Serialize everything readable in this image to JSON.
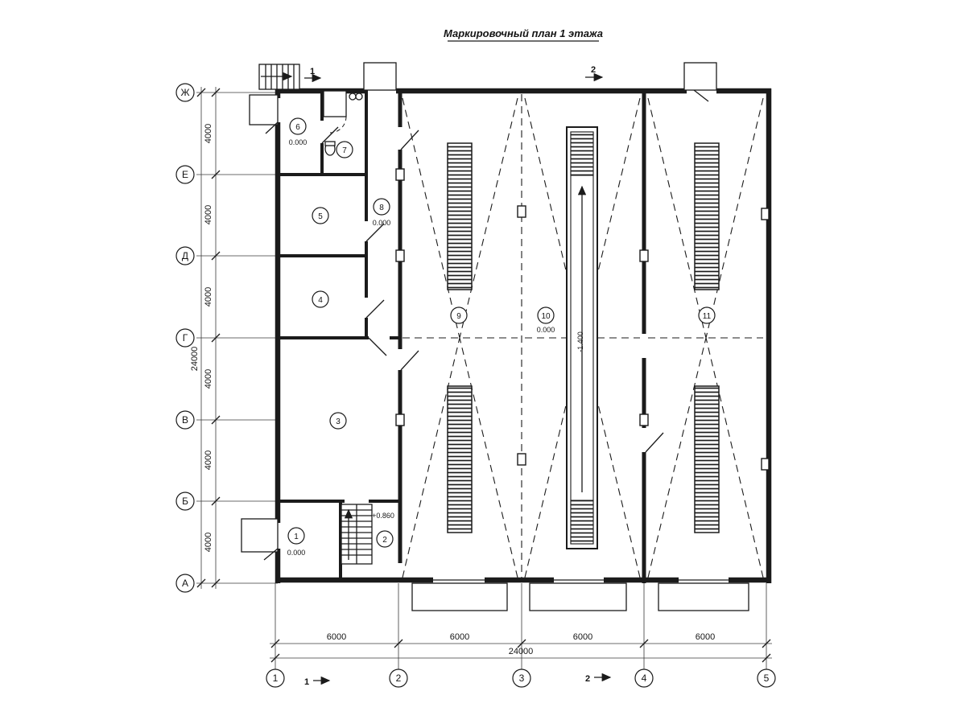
{
  "title": "Маркировочный план 1 этажа",
  "axes": {
    "rows": [
      "Ж",
      "Е",
      "Д",
      "Г",
      "В",
      "Б",
      "А"
    ],
    "cols": [
      "1",
      "2",
      "3",
      "4",
      "5"
    ]
  },
  "dims": {
    "left": [
      "4000",
      "4000",
      "4000",
      "4000",
      "4000",
      "4000"
    ],
    "left_total": "24000",
    "bottom": [
      "6000",
      "6000",
      "6000",
      "6000"
    ],
    "bottom_total": "24000"
  },
  "rooms": [
    {
      "num": "1",
      "elev": "0.000"
    },
    {
      "num": "2"
    },
    {
      "num": "3"
    },
    {
      "num": "4"
    },
    {
      "num": "5"
    },
    {
      "num": "6",
      "elev": "0.000"
    },
    {
      "num": "7"
    },
    {
      "num": "8",
      "elev": "0.000"
    },
    {
      "num": "9"
    },
    {
      "num": "10",
      "elev": "0.000"
    },
    {
      "num": "11"
    }
  ],
  "marks": {
    "stair_elev": "+0.860",
    "pit_elev": "-1.400",
    "section1": "1",
    "section2": "2"
  },
  "colors": {
    "line": "#1b1b1b",
    "bg": "#ffffff"
  }
}
